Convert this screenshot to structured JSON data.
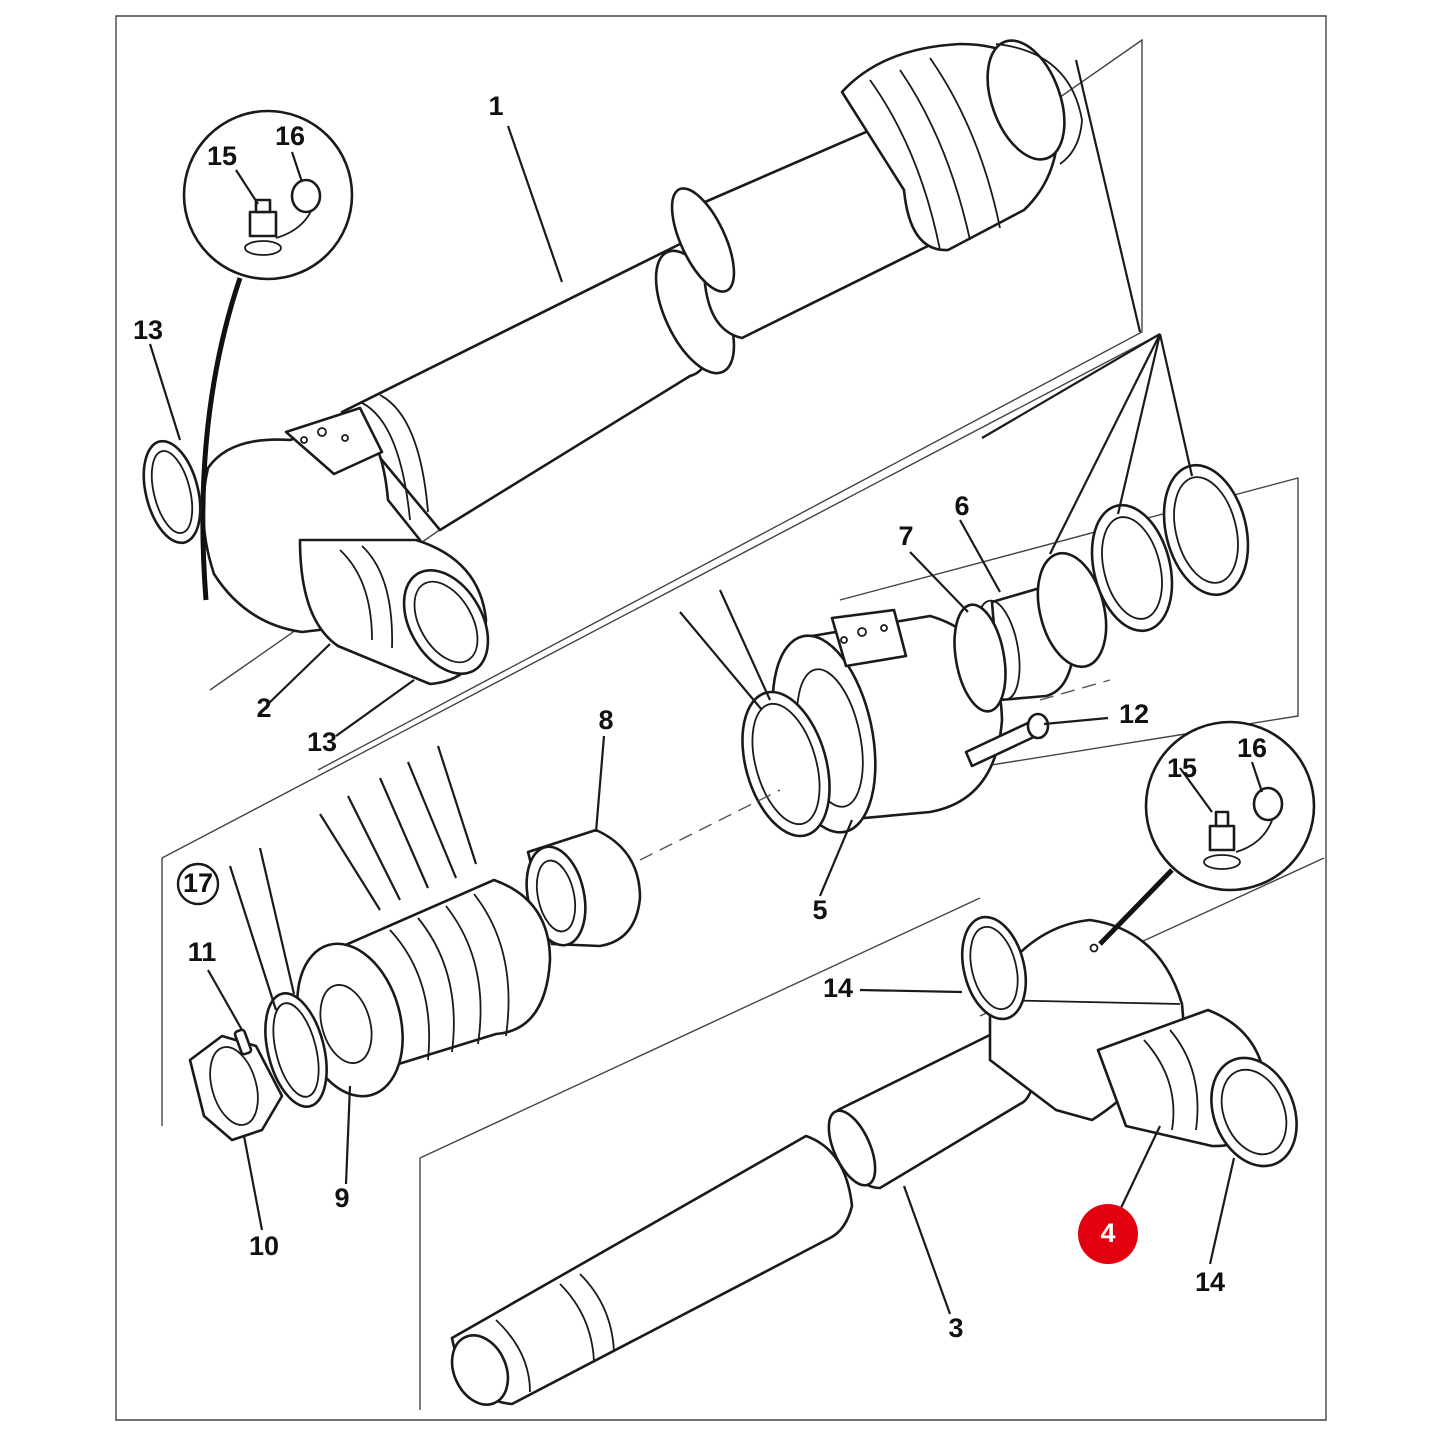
{
  "diagram": {
    "colors": {
      "line": "#1a1a1a",
      "highlight": "#e3000f",
      "highlight_text": "#ffffff"
    },
    "callouts": {
      "c1": "1",
      "c2": "2",
      "c3": "3",
      "c4": "4",
      "c5": "5",
      "c6": "6",
      "c7": "7",
      "c8": "8",
      "c9": "9",
      "c10": "10",
      "c11": "11",
      "c12": "12",
      "c13a": "13",
      "c13b": "13",
      "c14a": "14",
      "c14b": "14",
      "c15a": "15",
      "c16a": "16",
      "c15b": "15",
      "c16b": "16",
      "c17": "17"
    },
    "highlighted_callout": "4"
  }
}
